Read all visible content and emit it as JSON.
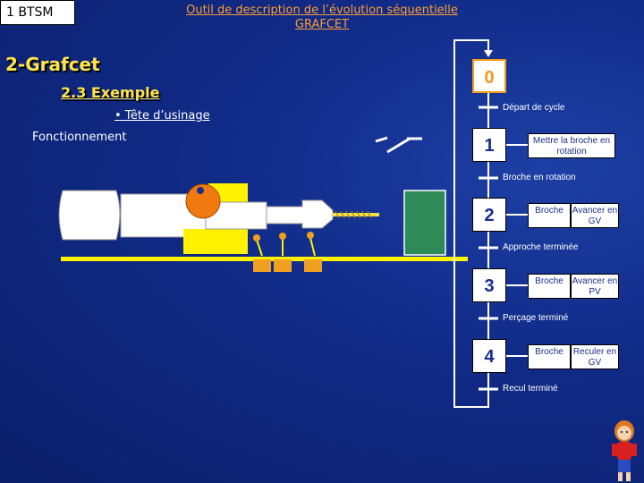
{
  "header": {
    "badge": "1 BTSM",
    "subtitle_line1": "Outil de description de l’évolution séquentielle",
    "subtitle_line2": "GRAFCET"
  },
  "title": "2-Grafcet",
  "section": "2.3 Exemple",
  "bullet": "• Tête d’usinage",
  "subheading": "Fonctionnement",
  "grafcet": {
    "steps": [
      {
        "id": "0",
        "initial": true
      },
      {
        "id": "1"
      },
      {
        "id": "2"
      },
      {
        "id": "3"
      },
      {
        "id": "4"
      }
    ],
    "transitions": [
      "Départ de cycle",
      "Broche en rotation",
      "Approche terminée",
      "Perçage terminé",
      "Recul terminé"
    ],
    "actions": {
      "step1": "Mettre la broche en rotation",
      "step2_a": "Broche",
      "step2_b": "Avancer en GV",
      "step3_a": "Broche",
      "step3_b": "Avancer en PV",
      "step4_a": "Broche",
      "step4_b": "Reculer en GV"
    }
  },
  "colors": {
    "background": "#102a86",
    "title_yellow": "#ffe54a",
    "subtitle_orange": "#ff9d2e",
    "machine_yellow": "#fff200",
    "piece_green": "#2e8b57",
    "spindle_orange": "#f07a10"
  }
}
